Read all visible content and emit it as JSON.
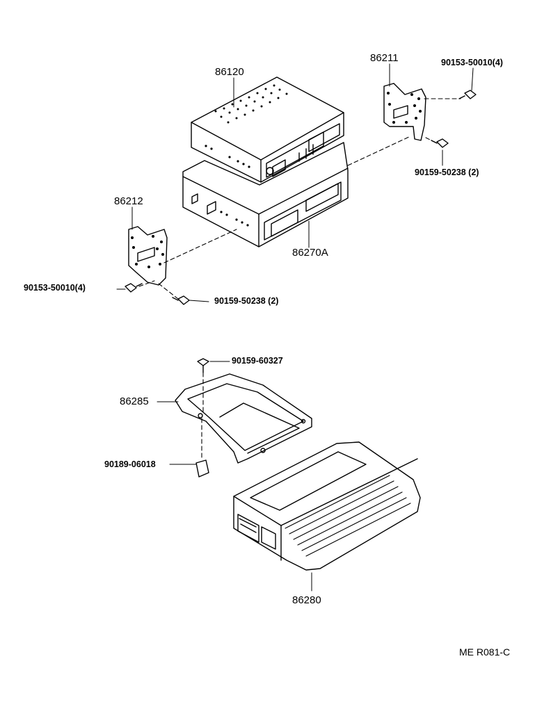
{
  "diagram": {
    "reference_code": "ME  R081-C",
    "parts": {
      "radio_receiver": "86120",
      "bracket_right": "86211",
      "bracket_left": "86212",
      "tape_player": "86270A",
      "amp_bracket": "86285",
      "amplifier": "86280"
    },
    "fasteners": {
      "screw_right_upper": "90153-50010(4)",
      "screw_right_lower": "90159-50238 (2)",
      "screw_left_upper": "90153-50010(4)",
      "screw_left_lower": "90159-50238 (2)",
      "bracket_screw": "90159-60327",
      "clip_nut": "90189-06018"
    }
  }
}
